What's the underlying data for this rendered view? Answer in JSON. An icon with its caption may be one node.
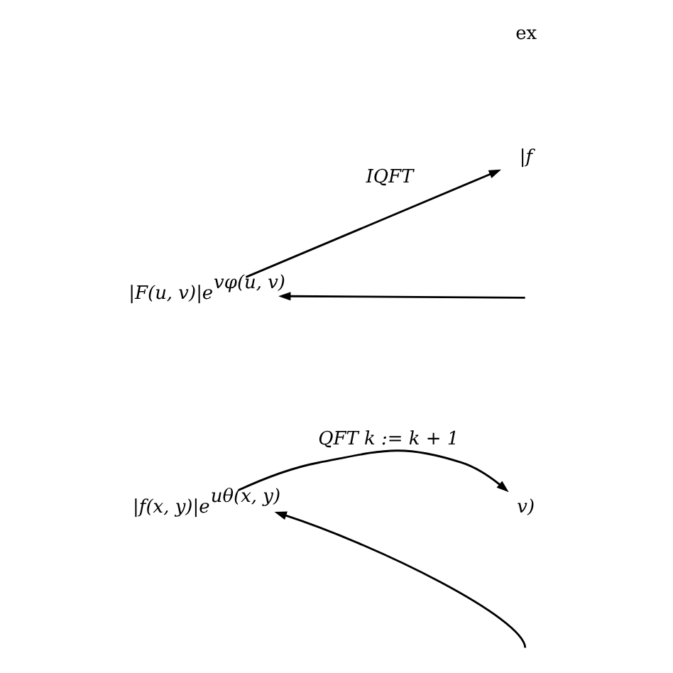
{
  "diagram": {
    "nodes": [
      {
        "text": [
          "|F(u, v)|e$^{vφ(u, v)}$"
        ]
      },
      {
        "text": [
          "|f"
        ]
      },
      {
        "text": [
          "|f(x, y)|e$^{uθ(x, y)}$"
        ]
      },
      {
        "text": [
          "v)"
        ]
      }
    ],
    "edges": [
      {
        "from": null,
        "to": 0,
        "arrow": "to"
      },
      {
        "from": 0,
        "to": 1,
        "arrow": "to",
        "label": "IQFT"
      },
      {
        "from": 2,
        "to": 3,
        "arrow": "to",
        "label": "QFT k := k + 1"
      },
      {
        "from": null,
        "to": 2,
        "arrow": "to"
      }
    ],
    "labels": [
      "ex"
    ]
  }
}
